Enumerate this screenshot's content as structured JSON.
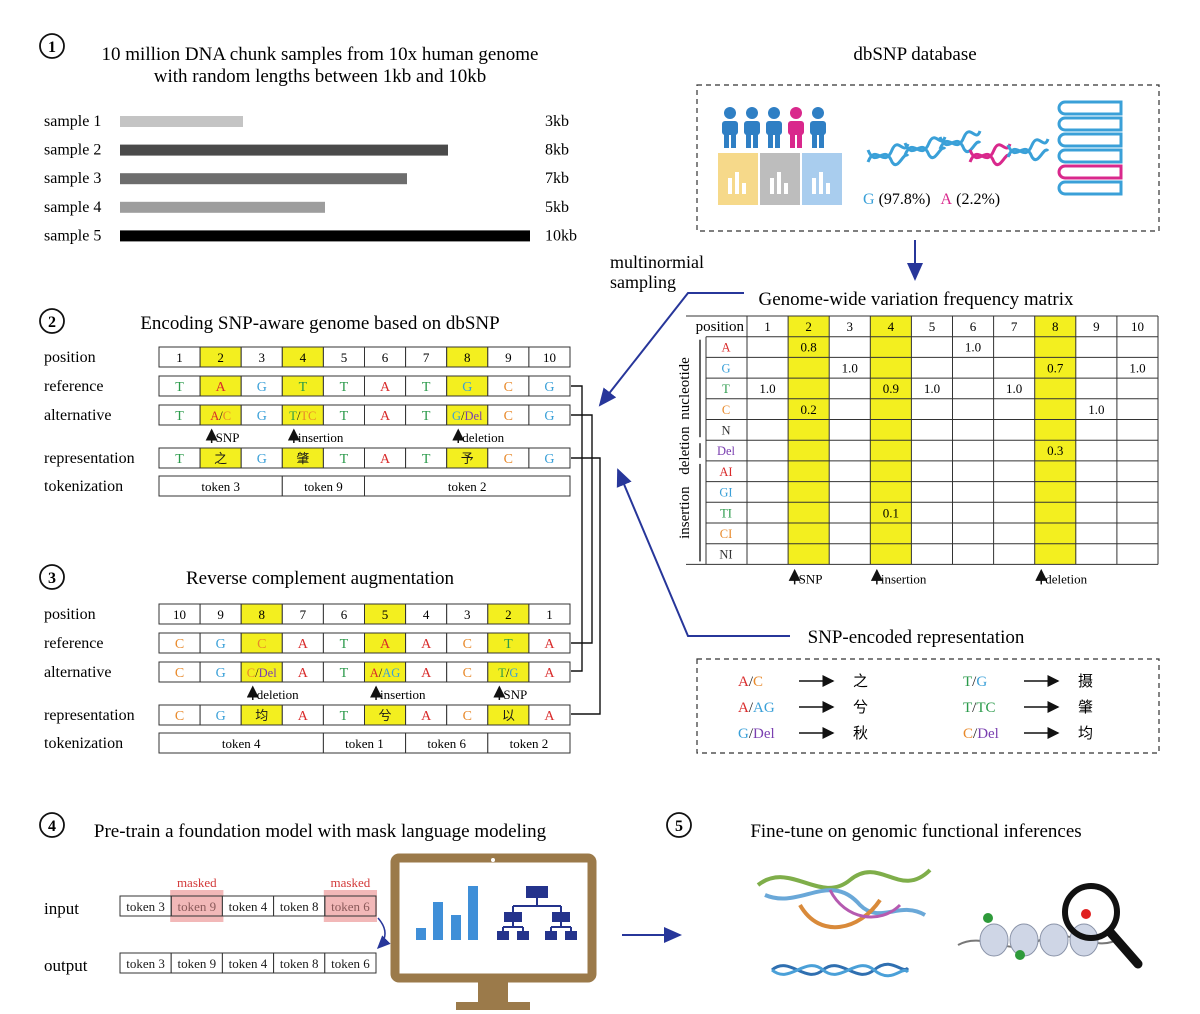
{
  "section1": {
    "number": "1",
    "title_line1": "10 million DNA chunk samples from 10x human genome",
    "title_line2": "with random lengths between 1kb and 10kb",
    "samples": [
      {
        "label": "sample 1",
        "length": 3,
        "size": "3kb",
        "color": "#c4c4c4"
      },
      {
        "label": "sample 2",
        "length": 8,
        "size": "8kb",
        "color": "#4a4a4a"
      },
      {
        "label": "sample 3",
        "length": 7,
        "size": "7kb",
        "color": "#6d6d6d"
      },
      {
        "label": "sample 4",
        "length": 5,
        "size": "5kb",
        "color": "#9d9d9d"
      },
      {
        "label": "sample 5",
        "length": 10,
        "size": "10kb",
        "color": "#000000"
      }
    ]
  },
  "dbsnp": {
    "title": "dbSNP database",
    "freq_g": "G",
    "freq_g_val": "(97.8%)",
    "freq_a": "A",
    "freq_a_val": "(2.2%)"
  },
  "multinomial_label_1": "multinormial",
  "multinomial_label_2": "sampling",
  "section2": {
    "number": "2",
    "title": "Encoding SNP-aware genome based on dbSNP",
    "row_labels": [
      "position",
      "reference",
      "alternative",
      "representation",
      "tokenization"
    ],
    "positions": [
      "1",
      "2",
      "3",
      "4",
      "5",
      "6",
      "7",
      "8",
      "9",
      "10"
    ],
    "reference": [
      "T",
      "A",
      "G",
      "T",
      "T",
      "A",
      "T",
      "G",
      "C",
      "G"
    ],
    "alternative": [
      "T",
      "A/C",
      "G",
      "T/TC",
      "T",
      "A",
      "T",
      "G/Del",
      "C",
      "G"
    ],
    "representation": [
      "T",
      "之",
      "G",
      "肇",
      "T",
      "A",
      "T",
      "予",
      "C",
      "G"
    ],
    "tokens": [
      "token 3",
      "token 9",
      "token 2"
    ],
    "notes": [
      "SNP",
      "insertion",
      "deletion"
    ]
  },
  "section3": {
    "number": "3",
    "title": "Reverse complement augmentation",
    "row_labels": [
      "position",
      "reference",
      "alternative",
      "representation",
      "tokenization"
    ],
    "positions": [
      "10",
      "9",
      "8",
      "7",
      "6",
      "5",
      "4",
      "3",
      "2",
      "1"
    ],
    "reference": [
      "C",
      "G",
      "C",
      "A",
      "T",
      "A",
      "A",
      "C",
      "T",
      "A"
    ],
    "alternative": [
      "C",
      "G",
      "C/Del",
      "A",
      "T",
      "A/AG",
      "A",
      "C",
      "T/G",
      "A"
    ],
    "representation": [
      "C",
      "G",
      "均",
      "A",
      "T",
      "兮",
      "A",
      "C",
      "以",
      "A"
    ],
    "tokens": [
      "token 4",
      "token 1",
      "token 6",
      "token 2"
    ],
    "notes": [
      "deletion",
      "insertion",
      "SNP"
    ]
  },
  "matrix": {
    "title": "Genome-wide variation frequency matrix",
    "corner": "position",
    "positions": [
      "1",
      "2",
      "3",
      "4",
      "5",
      "6",
      "7",
      "8",
      "9",
      "10"
    ],
    "group_labels": [
      "nucleotide",
      "deletion",
      "insertion"
    ],
    "rows": [
      {
        "label": "A",
        "color": "#d92b2b",
        "values": [
          "",
          "0.8",
          "",
          "",
          "",
          "1.0",
          "",
          "",
          "",
          ""
        ]
      },
      {
        "label": "G",
        "color": "#3aa0d8",
        "values": [
          "",
          "",
          "1.0",
          "",
          "",
          "",
          "",
          "0.7",
          "",
          "1.0"
        ]
      },
      {
        "label": "T",
        "color": "#2a9a4a",
        "values": [
          "1.0",
          "",
          "",
          "0.9",
          "1.0",
          "",
          "1.0",
          "",
          "",
          ""
        ]
      },
      {
        "label": "C",
        "color": "#e8892a",
        "values": [
          "",
          "0.2",
          "",
          "",
          "",
          "",
          "",
          "",
          "1.0",
          ""
        ]
      },
      {
        "label": "N",
        "color": "#333333",
        "values": [
          "",
          "",
          "",
          "",
          "",
          "",
          "",
          "",
          "",
          ""
        ]
      },
      {
        "label": "Del",
        "color": "#7a3fb0",
        "values": [
          "",
          "",
          "",
          "",
          "",
          "",
          "",
          "0.3",
          "",
          ""
        ]
      },
      {
        "label": "AI",
        "color": "#d92b2b",
        "values": [
          "",
          "",
          "",
          "",
          "",
          "",
          "",
          "",
          "",
          ""
        ]
      },
      {
        "label": "GI",
        "color": "#3aa0d8",
        "values": [
          "",
          "",
          "",
          "",
          "",
          "",
          "",
          "",
          "",
          ""
        ]
      },
      {
        "label": "TI",
        "color": "#2a9a4a",
        "values": [
          "",
          "",
          "",
          "0.1",
          "",
          "",
          "",
          "",
          "",
          ""
        ]
      },
      {
        "label": "CI",
        "color": "#e8892a",
        "values": [
          "",
          "",
          "",
          "",
          "",
          "",
          "",
          "",
          "",
          ""
        ]
      },
      {
        "label": "NI",
        "color": "#333333",
        "values": [
          "",
          "",
          "",
          "",
          "",
          "",
          "",
          "",
          "",
          ""
        ]
      }
    ],
    "notes": [
      "SNP",
      "insertion",
      "deletion"
    ]
  },
  "snp_encoded": {
    "title": "SNP-encoded representation",
    "mappings": [
      {
        "a": "A",
        "b": "C",
        "ca": "#d92b2b",
        "cb": "#e8892a",
        "char": "之"
      },
      {
        "a": "A",
        "b": "AG",
        "ca": "#d92b2b",
        "cb": "#3aa0d8",
        "char": "兮"
      },
      {
        "a": "G",
        "b": "Del",
        "ca": "#3aa0d8",
        "cb": "#7a3fb0",
        "char": "秋"
      },
      {
        "a": "T",
        "b": "G",
        "ca": "#2a9a4a",
        "cb": "#3aa0d8",
        "char": "摄"
      },
      {
        "a": "T",
        "b": "TC",
        "ca": "#2a9a4a",
        "cb": "#2a9a4a",
        "char": "肇"
      },
      {
        "a": "C",
        "b": "Del",
        "ca": "#e8892a",
        "cb": "#7a3fb0",
        "char": "均"
      }
    ]
  },
  "section4": {
    "number": "4",
    "title": "Pre-train a foundation model with mask language modeling",
    "input_label": "input",
    "output_label": "output",
    "masked_label": "masked",
    "input_tokens": [
      "token 3",
      "token 9",
      "token 4",
      "token 8",
      "token 6"
    ],
    "output_tokens": [
      "token 3",
      "token 9",
      "token 4",
      "token 8",
      "token 6"
    ]
  },
  "section5": {
    "number": "5",
    "title": "Fine-tune on genomic functional inferences"
  },
  "colors": {
    "A": "#d92b2b",
    "G": "#3aa0d8",
    "T": "#2a9a4a",
    "C": "#e8892a",
    "Del": "#7a3fb0",
    "highlight": "#f3ef1f",
    "arrow": "#27369a",
    "mask": "#f2b8b8",
    "monitor": "#9b7a4a",
    "chart_blue": "#3f8fd8",
    "tree_navy": "#24338c"
  }
}
